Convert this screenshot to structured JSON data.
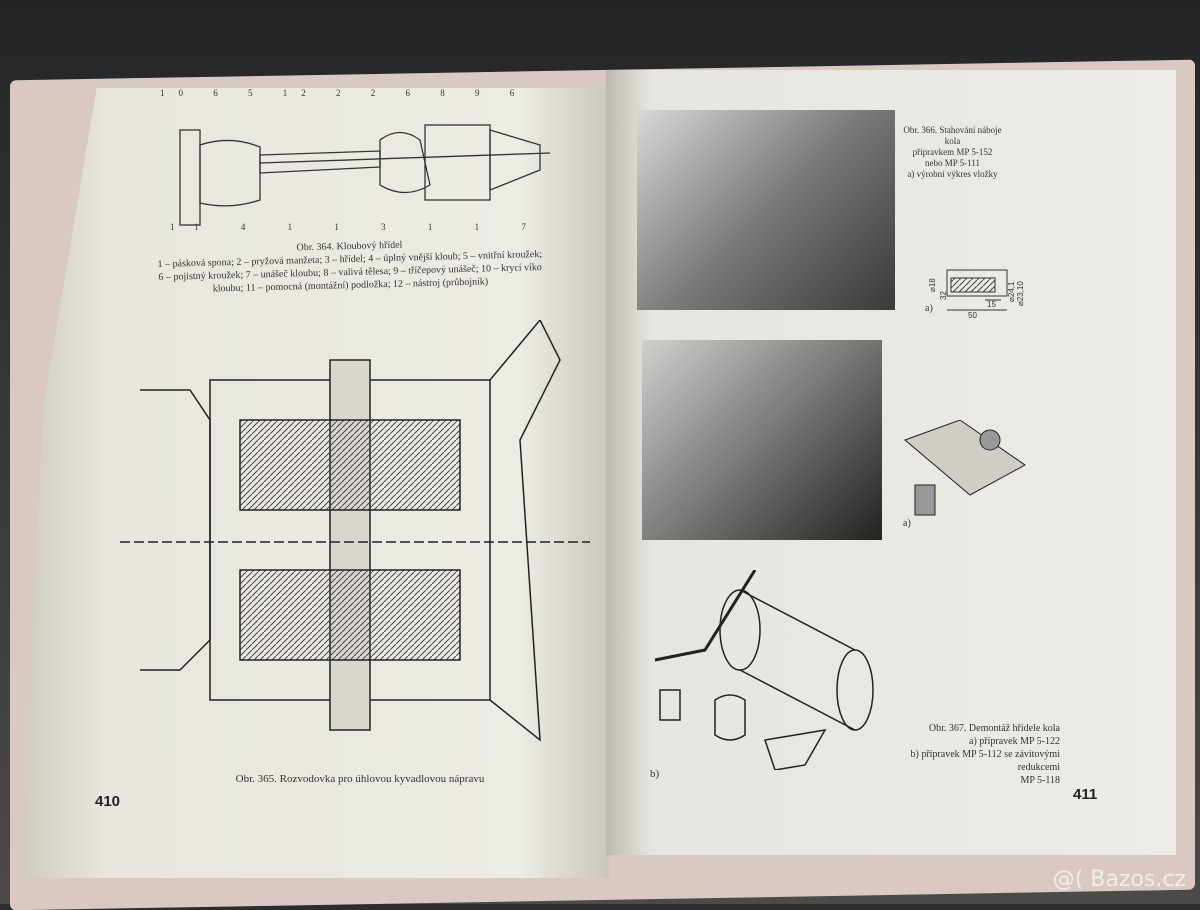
{
  "left_page": {
    "figure_364": {
      "title": "Obr. 364. Kloubový hřídel",
      "legend_lines": [
        "1 – pásková spona; 2 – pryžová manžeta; 3 – hřídel; 4 – úplný vnější kloub; 5 – vnitřní kroužek;",
        "6 – pojistný kroužek; 7 – unášeč kloubu; 8 – valivá tělesa; 9 – tříčepový unášeč; 10 – krycí víko",
        "kloubu; 11 – pomocná (montážní) podložka; 12 – nástroj (průbojník)"
      ],
      "callouts_top": [
        "10",
        "6",
        "5",
        "12",
        "2",
        "2",
        "6",
        "8",
        "9",
        "6"
      ],
      "callouts_bottom": [
        "11",
        "4",
        "1",
        "1",
        "3",
        "1",
        "1",
        "7"
      ]
    },
    "figure_365": {
      "title": "Obr. 365. Rozvodovka pro úhlovou kyvadlovou nápravu"
    },
    "page_number": "410"
  },
  "right_page": {
    "figure_366": {
      "caption_lines": [
        "Obr. 366. Stahování náboje kola",
        "přípravkem MP 5-152",
        "nebo MP 5-111",
        "a) výrobní výkres vložky"
      ],
      "label_a": "a)",
      "dims": [
        "⌀18",
        "⌀24,1",
        "⌀23,10",
        "15",
        "50",
        "32"
      ]
    },
    "figure_367": {
      "caption_lines": [
        "Obr. 367. Demontáž hřídele kola",
        "a) přípravek MP 5-122",
        "b) přípravek MP 5-112 se závitovými redukcemi",
        "MP 5-118"
      ],
      "label_a": "a)",
      "label_b": "b)"
    },
    "page_number": "411"
  },
  "watermark": "@( Bazos.cz"
}
